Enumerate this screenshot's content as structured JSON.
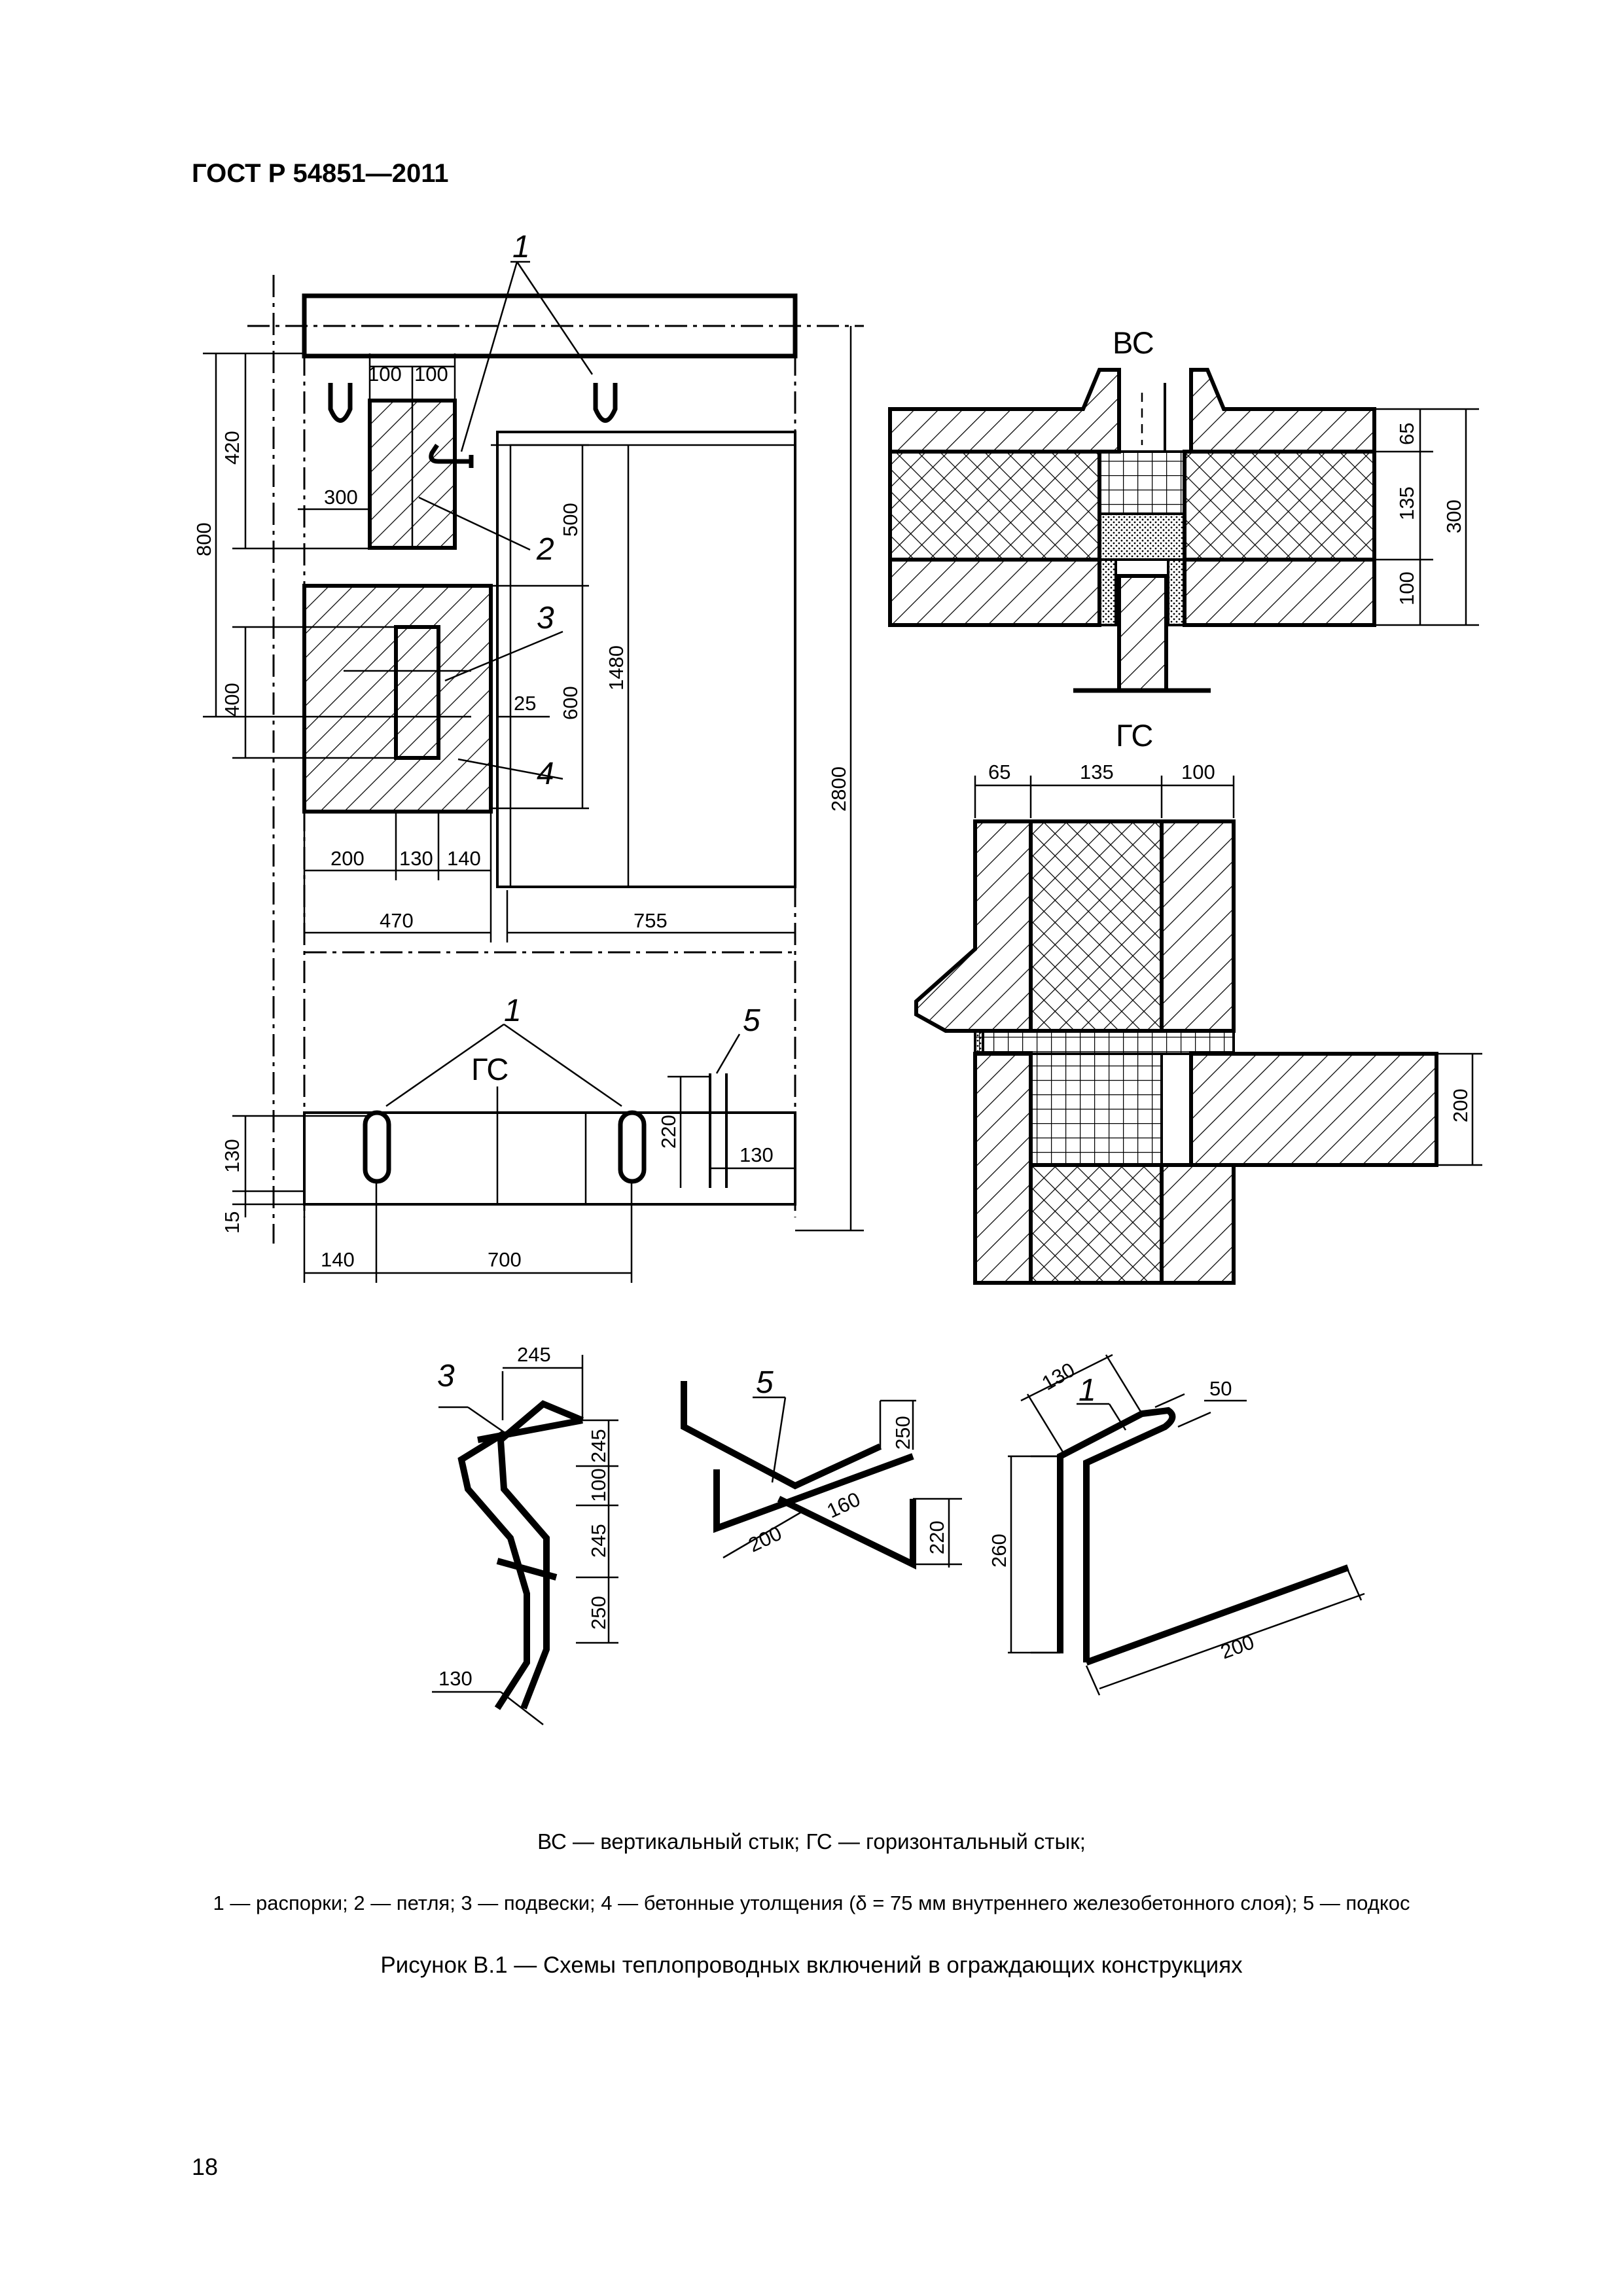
{
  "header": {
    "title": "ГОСТ Р 54851—2011"
  },
  "figure": {
    "labels": {
      "vs": "ВС",
      "gs": "ГС",
      "gs_bottom": "ГС"
    },
    "callouts": {
      "c1_top": "1",
      "c2": "2",
      "c3": "3",
      "c4": "4",
      "c1_bottom": "1",
      "c5": "5",
      "d3": "3",
      "d5": "5",
      "d1": "1"
    },
    "dims": {
      "d100a": "100",
      "d100b": "100",
      "d300": "300",
      "d420": "420",
      "d800": "800",
      "d400": "400",
      "d500": "500",
      "d600": "600",
      "d25": "25",
      "d1480": "1480",
      "d2800": "2800",
      "d200": "200",
      "d130": "130",
      "d140": "140",
      "d470": "470",
      "d755": "755",
      "d220": "220",
      "d130b": "130",
      "d130c": "130",
      "d15": "15",
      "d140b": "140",
      "d700": "700",
      "vs65": "65",
      "vs135": "135",
      "vs100": "100",
      "vs300": "300",
      "gs65": "65",
      "gs135": "135",
      "gs100": "100",
      "gs200": "200",
      "p245a": "245",
      "p245b": "245",
      "p100": "100",
      "p245c": "245",
      "p250": "250",
      "p130": "130",
      "b250": "250",
      "b160": "160",
      "b200": "200",
      "b220": "220",
      "s130": "130",
      "s50": "50",
      "s260": "260",
      "s200": "200"
    }
  },
  "legend": {
    "line1": "ВС — вертикальный стык; ГС — горизонтальный стык;",
    "line2": "1 — распорки; 2 — петля; 3 — подвески; 4 — бетонные утолщения (δ = 75 мм внутреннего железобетонного слоя); 5 — подкос"
  },
  "caption": "Рисунок В.1 — Схемы теплопроводных включений в ограждающих конструкциях",
  "page_number": "18"
}
